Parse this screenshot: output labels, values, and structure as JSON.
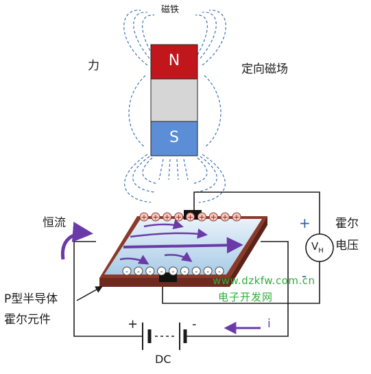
{
  "labels": {
    "magnet": "磁铁",
    "force": "力",
    "field": "定向磁场",
    "north": "N",
    "south": "S",
    "constant_current": "恒流",
    "hall_voltage_line1": "霍尔",
    "hall_voltage_line2": "电压",
    "voltmeter_main": "V",
    "voltmeter_sub": "H",
    "plus_top": "+",
    "minus_bottom": "-",
    "element_line1": "P型半导体",
    "element_line2": "霍尔元件",
    "website": "www.dzkfw.com.cn",
    "site_name": "电子开发网",
    "battery_plus": "+",
    "battery_minus": "-",
    "current_symbol": "i",
    "dc": "DC"
  },
  "carriers": {
    "top_sign": "+",
    "bottom_sign": "-",
    "top_count": 9,
    "bottom_count": 9
  },
  "colors": {
    "north": "#c0161c",
    "south": "#5b8ed6",
    "magnet_mid": "#d6d6d6",
    "field_lines": "#3b6fb5",
    "plate_edge": "#8b3a2a",
    "plate_top": "#cfe6f5",
    "flow_arrows": "#6a3aa8",
    "wire": "#1a1a1a",
    "accent_green": "#2fae3a"
  }
}
